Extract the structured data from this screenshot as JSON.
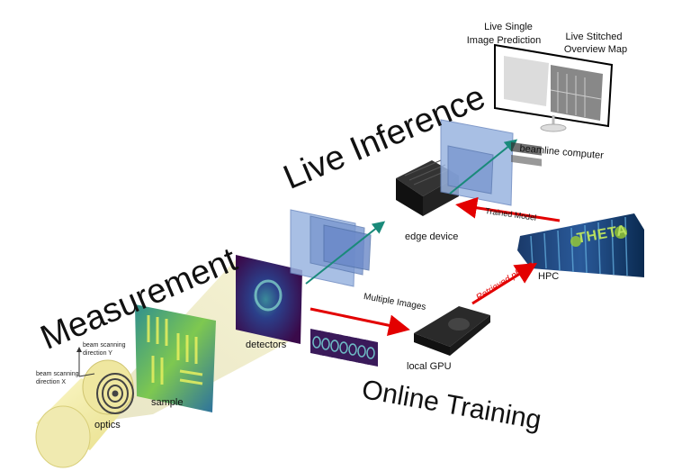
{
  "labels": {
    "measurement": "Measurement",
    "live_inference": "Live Inference",
    "online_training": "Online Training",
    "live_single_line1": "Live Single",
    "live_single_line2": "Image Prediction",
    "live_stitched_line1": "Live Stitched",
    "live_stitched_line2": "Overview Map",
    "beamline_computer": "beamline computer",
    "trained_model": "Trained Model",
    "edge_device": "edge device",
    "hpc": "HPC",
    "retrieved_phase": "Retrieved phase",
    "multiple_images": "Multiple Images",
    "detectors": "detectors",
    "local_gpu": "local GPU",
    "sample": "sample",
    "optics": "optics",
    "beam_y_line1": "beam scanning",
    "beam_y_line2": "direction Y",
    "beam_x_line1": "beam scanning",
    "beam_x_line2": "direction X",
    "hpc_brand": "THETA"
  },
  "colors": {
    "arrow_red": "#e30000",
    "arrow_teal": "#1a8a7a",
    "panel_blue": "#8aa8d8",
    "beam_yellow": "#f5f0b0"
  }
}
